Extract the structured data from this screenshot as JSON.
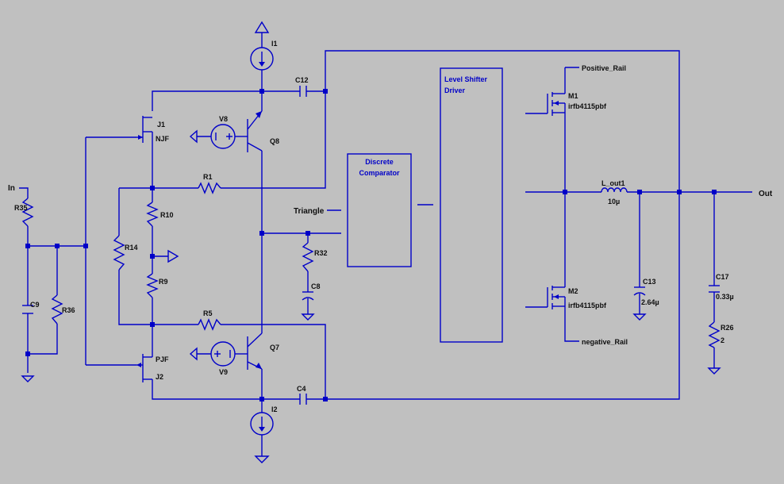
{
  "ports": {
    "in": "In",
    "out": "Out",
    "triangle": "Triangle",
    "positive_rail": "Positive_Rail",
    "negative_rail": "negative_Rail"
  },
  "blocks": {
    "comparator_line1": "Discrete",
    "comparator_line2": "Comparator",
    "level_shifter_line1": "Level Shifter",
    "level_shifter_line2": "Driver"
  },
  "components": {
    "I1": "I1",
    "I2": "I2",
    "Q8": "Q8",
    "Q7": "Q7",
    "V8": "V8",
    "V9": "V9",
    "J1": "J1",
    "J1_model": "NJF",
    "J2": "J2",
    "J2_model": "PJF",
    "C12": "C12",
    "C4": "C4",
    "R1": "R1",
    "R5": "R5",
    "R10": "R10",
    "R9": "R9",
    "R14": "R14",
    "R35": "R35",
    "R36": "R36",
    "C9": "C9",
    "R32": "R32",
    "C8": "C8",
    "M1": "M1",
    "M1_model": "irfb4115pbf",
    "M2": "M2",
    "M2_model": "irfb4115pbf",
    "L_out1": "L_out1",
    "L_out1_value": "10µ",
    "C13": "C13",
    "C13_value": "2.64µ",
    "C17": "C17",
    "C17_value": "0.33µ",
    "R26": "R26",
    "R26_value": "2"
  }
}
